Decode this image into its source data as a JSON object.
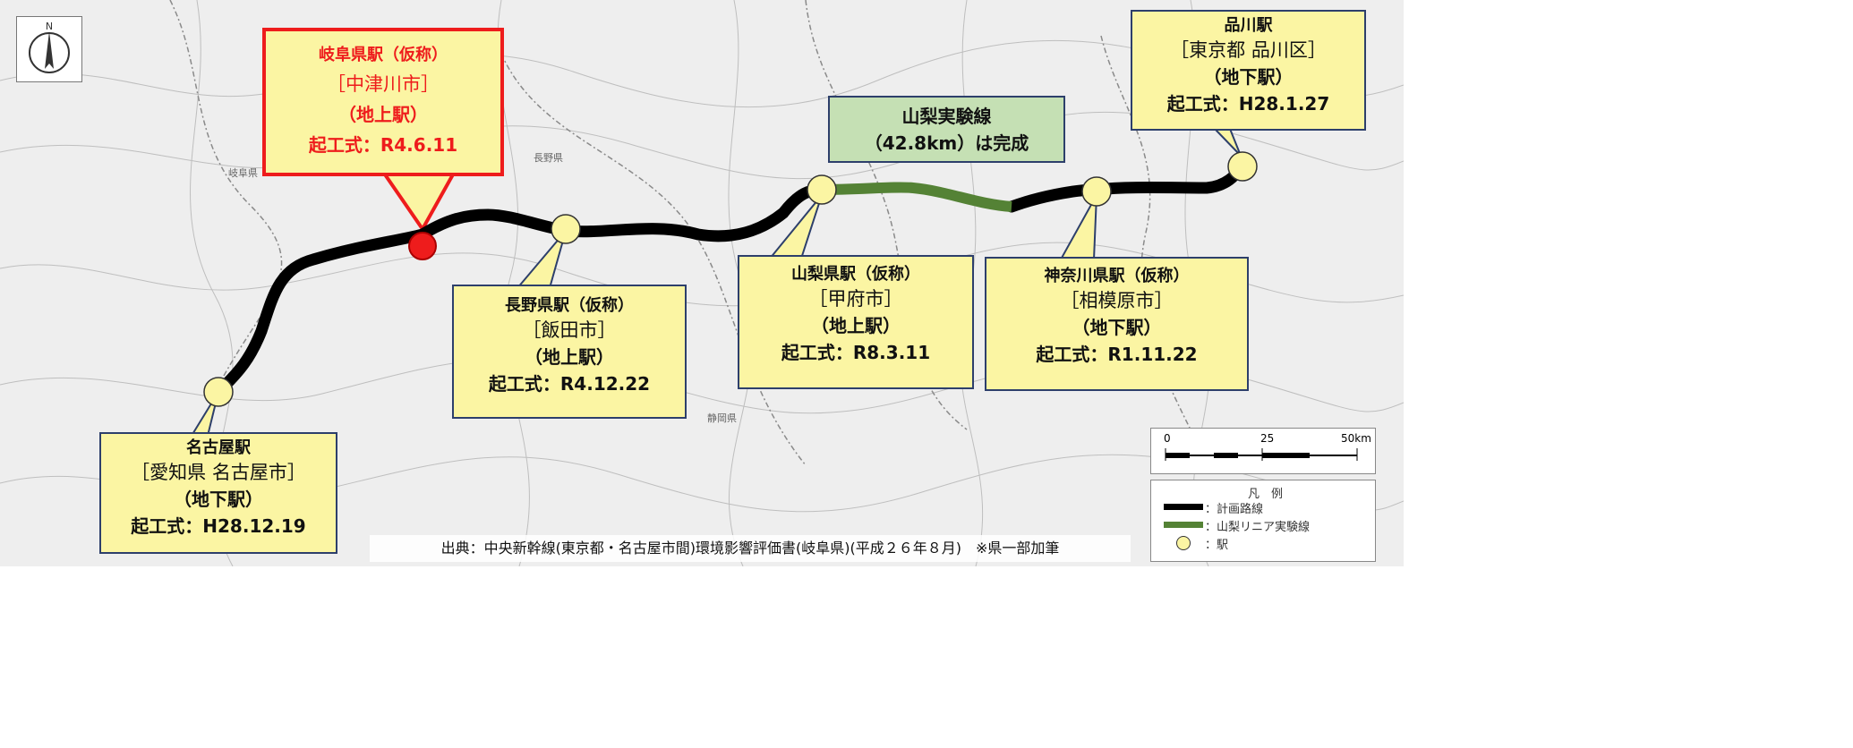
{
  "stations": [
    {
      "name": "名古屋駅",
      "city": "［愛知県 名古屋市］",
      "type": "（地下駅）",
      "ceremony": "起工式：H28.12.19"
    },
    {
      "name": "岐阜県駅（仮称）",
      "city": "［中津川市］",
      "type": "（地上駅）",
      "ceremony": "起工式：R4.6.11"
    },
    {
      "name": "長野県駅（仮称）",
      "city": "［飯田市］",
      "type": "（地上駅）",
      "ceremony": "起工式：R4.12.22"
    },
    {
      "name": "山梨県駅（仮称）",
      "city": "［甲府市］",
      "type": "（地上駅）",
      "ceremony": "起工式：R8.3.11"
    },
    {
      "name": "神奈川県駅（仮称）",
      "city": "［相模原市］",
      "type": "（地下駅）",
      "ceremony": "起工式：R1.11.22"
    },
    {
      "name": "品川駅",
      "city": "［東京都 品川区］",
      "type": "（地下駅）",
      "ceremony": "起工式：H28.1.27"
    }
  ],
  "yamanashi_line": {
    "line1": "山梨実験線",
    "line2": "（42.8km）は完成"
  },
  "map_labels": {
    "nagano_pref": "長野県",
    "shizuoka_pref": "静岡県",
    "gifu_pref": "岐阜県"
  },
  "compass": {
    "north": "N"
  },
  "scale": {
    "ticks": [
      "0",
      "25",
      "50km"
    ]
  },
  "legend": {
    "title": "凡　例",
    "planned_route": "：計画路線",
    "yamanashi_maglev": "：山梨リニア実験線",
    "station": "：駅"
  },
  "source": "出典：中央新幹線(東京都・名古屋市間)環境影響評価書(岐阜県)(平成２６年８月)　※県一部加筆",
  "colors": {
    "route": "#000000",
    "experiment_line": "#548235",
    "station": "#fbf5a3",
    "highlight": "#ee1c1c",
    "callout_border": "#2d3f6b"
  }
}
